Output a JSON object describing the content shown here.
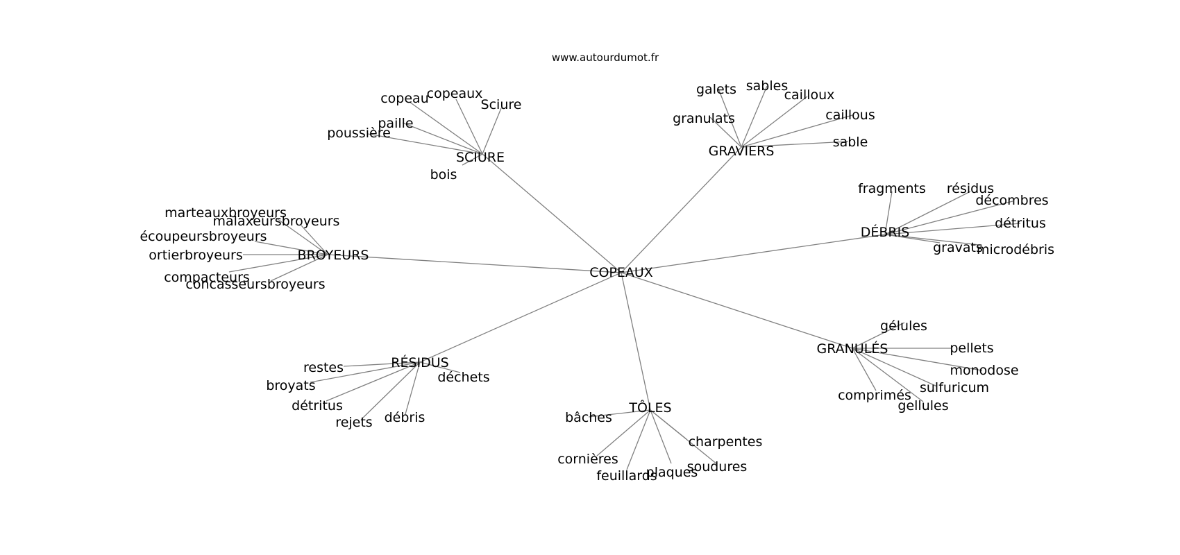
{
  "site": "www.autourdumot.fr",
  "center": "COPEAUX",
  "clusters": [
    {
      "label": "SCIURE",
      "words": [
        "copeau",
        "copeaux",
        "Sciure",
        "paille",
        "poussière",
        "bois"
      ]
    },
    {
      "label": "GRAVIERS",
      "words": [
        "galets",
        "sables",
        "cailloux",
        "granulats",
        "caillous",
        "sable"
      ]
    },
    {
      "label": "DÉBRIS",
      "words": [
        "fragments",
        "résidus",
        "décombres",
        "détritus",
        "gravats",
        "microdébris"
      ]
    },
    {
      "label": "BROYEURS",
      "words": [
        "marteauxbroyeurs",
        "malaxeursbroyeurs",
        "écoupeursbroyeurs",
        "ortierbroyeurs",
        "compacteurs",
        "concasseursbroyeurs"
      ]
    },
    {
      "label": "GRANULÉS",
      "words": [
        "gélules",
        "pellets",
        "monodose",
        "sulfuricum",
        "comprimés",
        "gellules"
      ]
    },
    {
      "label": "RÉSIDUS",
      "words": [
        "restes",
        "broyats",
        "détritus",
        "rejets",
        "débris",
        "déchets"
      ]
    },
    {
      "label": "TÔLES",
      "words": [
        "bâches",
        "cornières",
        "feuillards",
        "plaques",
        "soudures",
        "charpentes"
      ]
    }
  ]
}
